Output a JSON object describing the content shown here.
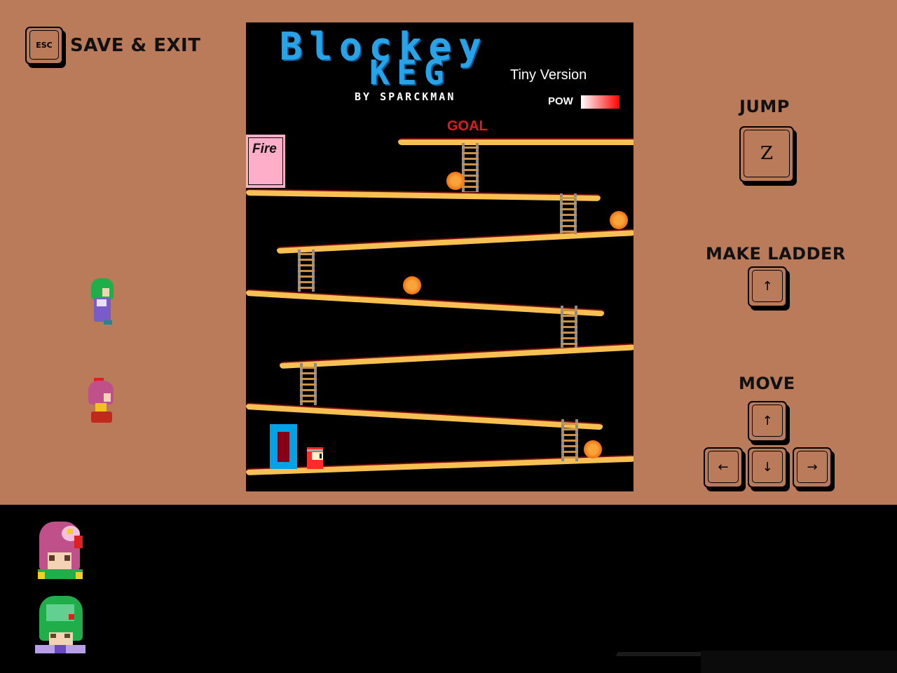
{
  "controls": {
    "exit": {
      "key": "ESC",
      "label": "SAVE & EXIT"
    },
    "jump": {
      "title": "JUMP",
      "key": "Z"
    },
    "make_ladder": {
      "title": "MAKE LADDER",
      "key": "↑"
    },
    "move": {
      "title": "MOVE",
      "keys": {
        "up": "↑",
        "left": "←",
        "down": "↓",
        "right": "→"
      }
    }
  },
  "game": {
    "title_line1": "Blockey",
    "title_line2": "KEG",
    "subtitle": "Tiny Version",
    "byline": "BY SPARCKMAN",
    "pow_label": "POW",
    "goal_label": "GOAL",
    "fire_label": "Fire",
    "colors": {
      "background": "#000000",
      "platform": "#f6c152",
      "title_blue": "#29a3e8",
      "goal_red": "#e8181c",
      "fire_box": "#ffaec9",
      "door": "#00a2e8"
    }
  },
  "party": {
    "side_sprites": [
      "green-haired-character",
      "pink-haired-character"
    ],
    "portraits": [
      "pink-haired-character-portrait",
      "green-haired-character-portrait"
    ]
  },
  "colors": {
    "panel_background": "#b97b5a",
    "bottom_bar": "#000000"
  }
}
